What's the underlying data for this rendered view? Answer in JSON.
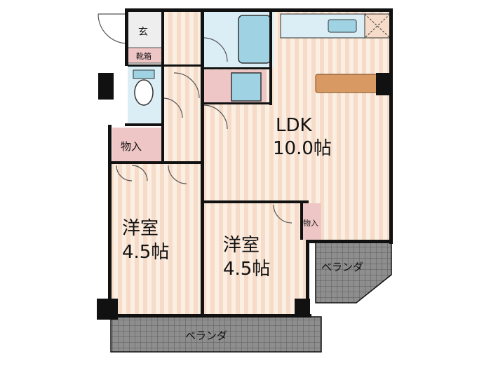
{
  "colors": {
    "wall": "#111111",
    "floor_stripe_a": "#f6dcc8",
    "floor_stripe_b": "#fbeee2",
    "wet_area": "#dbeef6",
    "fixture_blue": "#9fd3e3",
    "storage": "#efc6c6",
    "kitchen_counter": "#d89a62",
    "veranda": "#8e8e8e",
    "veranda_grid": "#5a5a5a",
    "entrance": "#eeeeee"
  },
  "rooms": {
    "genkan": "玄",
    "kutsubako": "靴箱",
    "monoire_hall": "物入",
    "ldk_name": "LDK",
    "ldk_size": "10.0帖",
    "youshitsu_left_name": "洋室",
    "youshitsu_left_size": "4.5帖",
    "youshitsu_center_name": "洋室",
    "youshitsu_center_size": "4.5帖",
    "monoire_small": "物入",
    "veranda_right": "ベランダ",
    "veranda_bottom": "ベランダ"
  }
}
